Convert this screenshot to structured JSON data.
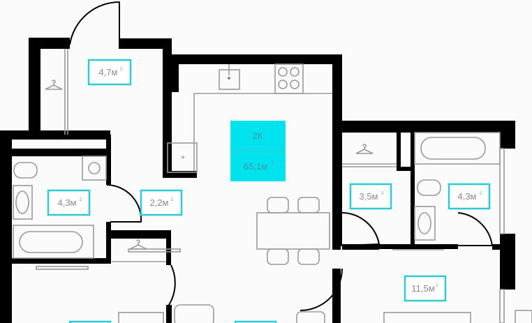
{
  "plan": {
    "apartment_type": "2К",
    "total_area": "65,1м",
    "accent_color": "#00e3ee",
    "label_border_color": "#2ccbd6",
    "rooms": [
      {
        "name": "hallway-entrance",
        "area": "4,7м"
      },
      {
        "name": "bathroom-left",
        "area": "4,3м"
      },
      {
        "name": "corridor",
        "area": "2,2м"
      },
      {
        "name": "wardrobe",
        "area": "3,5м"
      },
      {
        "name": "bathroom-right",
        "area": "4,3м"
      },
      {
        "name": "bedroom",
        "area": "11,5м"
      }
    ],
    "unit_superscript": "2"
  }
}
